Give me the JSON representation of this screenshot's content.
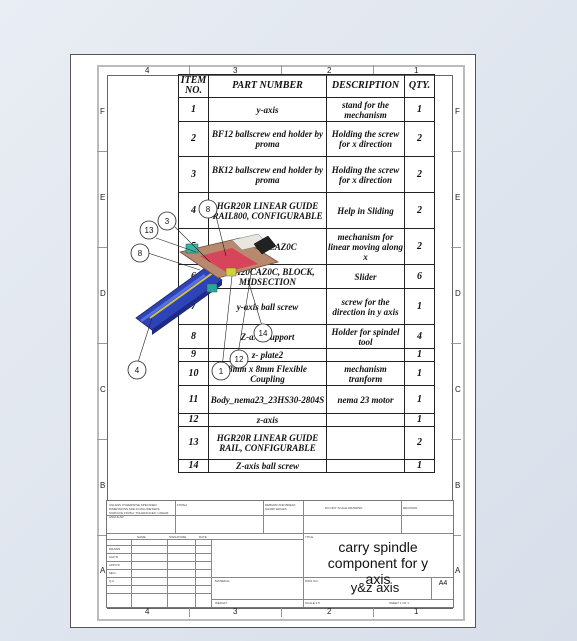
{
  "zones": {
    "columns": [
      "4",
      "3",
      "2",
      "1"
    ],
    "rows": [
      "F",
      "E",
      "D",
      "C",
      "B",
      "A"
    ]
  },
  "bom": {
    "headers": {
      "item": "ITEM NO.",
      "part": "PART NUMBER",
      "desc": "DESCRIPTION",
      "qty": "QTY."
    },
    "rows": [
      {
        "item": "1",
        "part": "y-axis",
        "desc": "stand for the mechanism",
        "qty": "1"
      },
      {
        "item": "2",
        "part": "BF12 ballscrew end holder by proma",
        "desc": "Holding the screw for x direction",
        "qty": "2"
      },
      {
        "item": "3",
        "part": "BK12 ballscrew end holder by proma",
        "desc": "Holding the screw for x direction",
        "qty": "2"
      },
      {
        "item": "4",
        "part": "HGR20R LINEAR GUIDE RAIL800, CONFIGURABLE",
        "desc": "Help in Sliding",
        "qty": "2"
      },
      {
        "item": "5",
        "part": "HGW20CAZ0C",
        "desc": "mechanism for linear moving along x",
        "qty": "2"
      },
      {
        "item": "6",
        "part": "HGH20CAZ0C, BLOCK, MIDSECTION",
        "desc": "Slider",
        "qty": "6"
      },
      {
        "item": "7",
        "part": "y-axis ball screw",
        "desc": "screw for the direction in y axis",
        "qty": "1"
      },
      {
        "item": "8",
        "part": "Z-axis support",
        "desc": "Holder for spindel tool",
        "qty": "4"
      },
      {
        "item": "9",
        "part": "z- plate2",
        "desc": "",
        "qty": "1"
      },
      {
        "item": "10",
        "part": "8mm x 8mm Flexible Coupling",
        "desc": "mechanism tranform",
        "qty": "1"
      },
      {
        "item": "11",
        "part": "Body_nema23_23HS30-2804S",
        "desc": "nema 23 motor",
        "qty": "1"
      },
      {
        "item": "12",
        "part": "z-axis",
        "desc": "",
        "qty": "1"
      },
      {
        "item": "13",
        "part": "HGR20R LINEAR GUIDE RAIL, CONFIGURABLE",
        "desc": "",
        "qty": "2"
      },
      {
        "item": "14",
        "part": "Z-axis ball screw",
        "desc": "",
        "qty": "1"
      }
    ]
  },
  "balloons": [
    "3",
    "8",
    "13",
    "8",
    "14",
    "4",
    "12",
    "1"
  ],
  "title_block": {
    "title_line1": "carry spindle",
    "title_line2": "component for y",
    "title_line3": "axis",
    "title_line4": "y&z axis",
    "size": "A4",
    "labels": {
      "name": "NAME",
      "signature": "SIGNATURE",
      "date": "DATE",
      "title": "TITLE:",
      "finish": "FINISH",
      "deburr": "DEBURR AND BREAK SHARP EDGES",
      "do_not_scale": "DO NOT SCALE DRAWING",
      "revision": "REVISION",
      "material": "MATERIAL:",
      "dwg_no": "DWG NO.",
      "weight": "WEIGHT:",
      "scale": "SCALE:1:5",
      "sheet": "SHEET 1 OF 1",
      "unless": "UNLESS OTHERWISE SPECIFIED: DIMENSIONS ARE IN MILLIMETERS SURFACE FINISH: TOLERANCES: LINEAR: ANGULAR:",
      "drawn": "DRAWN",
      "chkd": "CHK'D",
      "appvd": "APPV'D",
      "mfg": "MFG",
      "qa": "Q.A"
    }
  }
}
